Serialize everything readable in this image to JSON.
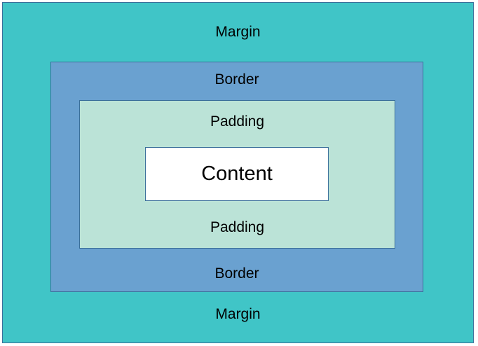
{
  "colors": {
    "margin": "#40c5c7",
    "border": "#6aa1d0",
    "padding": "#bbe3d7",
    "content": "#ffffff",
    "outline": "#3a6f9a"
  },
  "labels": {
    "margin_top": "Margin",
    "margin_bottom": "Margin",
    "border_top": "Border",
    "border_bottom": "Border",
    "padding_top": "Padding",
    "padding_bottom": "Padding",
    "content": "Content"
  }
}
